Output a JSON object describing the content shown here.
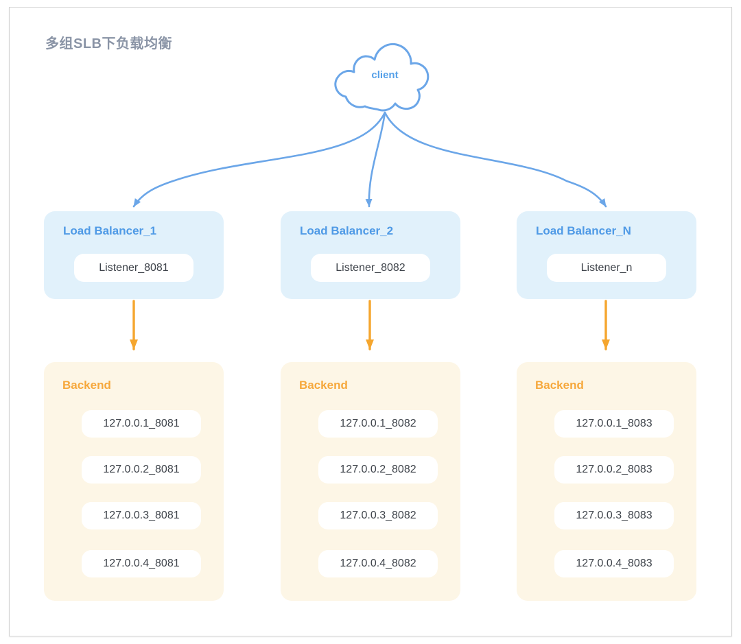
{
  "diagram": {
    "title": "多组SLB下负载均衡",
    "client_label": "client",
    "columns": [
      {
        "lb_title": "Load Balancer_1",
        "listener": "Listener_8081",
        "backend_title": "Backend",
        "servers": [
          "127.0.0.1_8081",
          "127.0.0.2_8081",
          "127.0.0.3_8081",
          "127.0.0.4_8081"
        ]
      },
      {
        "lb_title": "Load Balancer_2",
        "listener": "Listener_8082",
        "backend_title": "Backend",
        "servers": [
          "127.0.0.1_8082",
          "127.0.0.2_8082",
          "127.0.0.3_8082",
          "127.0.0.4_8082"
        ]
      },
      {
        "lb_title": "Load Balancer_N",
        "listener": "Listener_n",
        "backend_title": "Backend",
        "servers": [
          "127.0.0.1_8083",
          "127.0.0.2_8083",
          "127.0.0.3_8083",
          "127.0.0.4_8083"
        ]
      }
    ],
    "colors": {
      "blue_stroke": "#6ba6e8",
      "lb_box_fill": "#e1f1fb",
      "lb_title_text": "#4f9ae6",
      "backend_box_fill": "#fdf6e6",
      "backend_title_text": "#f6a83c",
      "orange_arrow": "#f5a62e",
      "pill_text": "#3f444b",
      "diagram_title_text": "#8a94a6"
    }
  }
}
